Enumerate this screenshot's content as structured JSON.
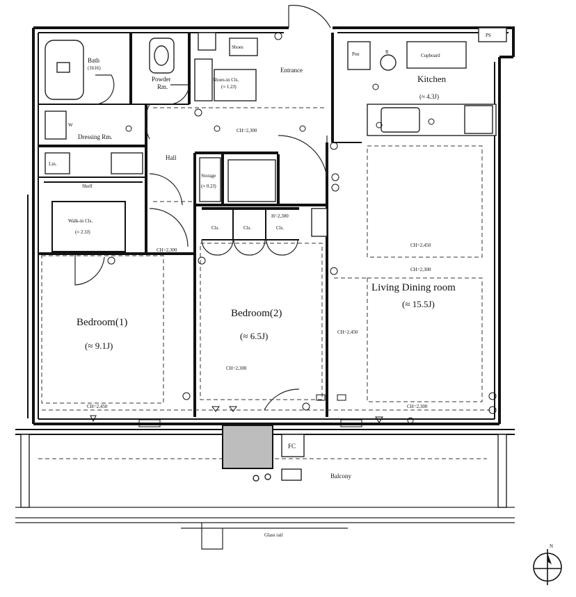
{
  "rooms": {
    "bath_1": "Bath",
    "bath_2": "(1616)",
    "powder_1": "Powder",
    "powder_2": "Rm.",
    "shoes_1": "Shoes-in Cls.",
    "shoes_2": "(≈ 1.2J)",
    "entrance": "Entrance",
    "kitchen": "Kitchen",
    "kitchen_area": "(≈ 4.3J)",
    "cupboard": "Cupboard",
    "dressing": "Dressing Rm.",
    "hall": "Hall",
    "storage_1": "Storage",
    "storage_2": "(≈ 0.2J)",
    "walkin_1": "Walk-in Cls.",
    "walkin_2": "(≈ 2.3J)",
    "closet": "Cls.",
    "bed1": "Bedroom(1)",
    "bed1_area": "(≈ 9.1J)",
    "bed2": "Bedroom(2)",
    "bed2_area": "(≈ 6.5J)",
    "ldr": "Living Dining room",
    "ldr_area": "(≈ 15.5J)",
    "balcony": "Balcony",
    "glass_rail": "Glass rail",
    "fc": "FC",
    "w": "W",
    "ps": "PS",
    "r": "R",
    "pen": "Pen",
    "lin": "Lin.",
    "shelf": "Shelf",
    "shoes_small": "Shoes"
  },
  "ceiling": {
    "ch2300": "CH=2,300",
    "ch2450": "CH=2,450",
    "h2300": "H=2,300"
  },
  "compass_letter": "N"
}
